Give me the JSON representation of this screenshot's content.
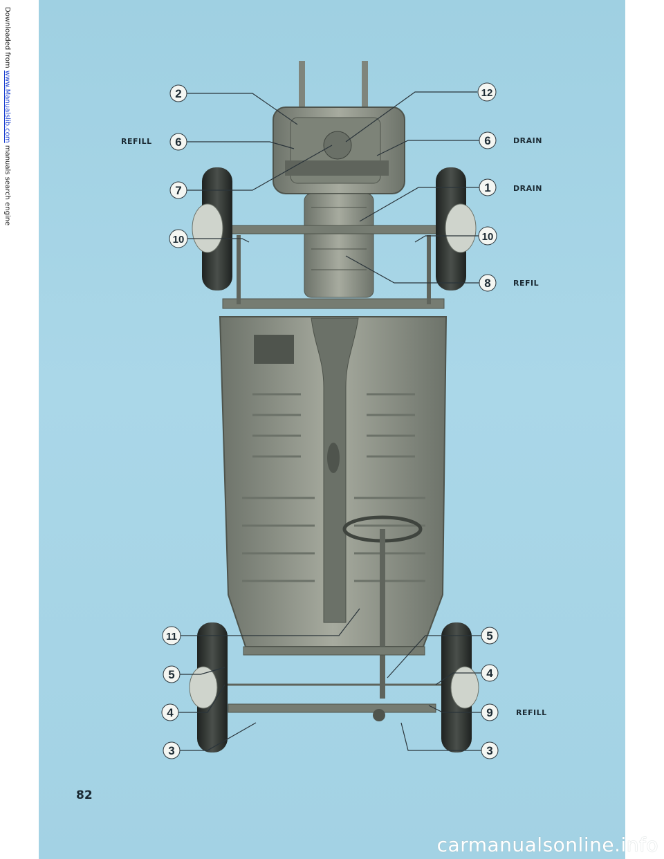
{
  "side_note": {
    "prefix": "Downloaded from",
    "link": "www.Manualslib.com",
    "suffix": "manuals search engine"
  },
  "labels": {
    "refill_top": "REFILL",
    "drain_6": "DRAIN",
    "drain_1": "DRAIN",
    "refil_8": "REFIL",
    "refill_9": "REFILL"
  },
  "callouts": [
    "2",
    "12",
    "6",
    "6",
    "7",
    "1",
    "10",
    "10",
    "8",
    "11",
    "5",
    "5",
    "4",
    "4",
    "9",
    "3",
    "3"
  ],
  "page_number": "82",
  "watermark": "carmanualsonline.info",
  "colors": {
    "page_bg": "#a7d5e6",
    "chassis": "#8d9388",
    "chassis_dark": "#5f645c",
    "tire": "#2e3230"
  }
}
